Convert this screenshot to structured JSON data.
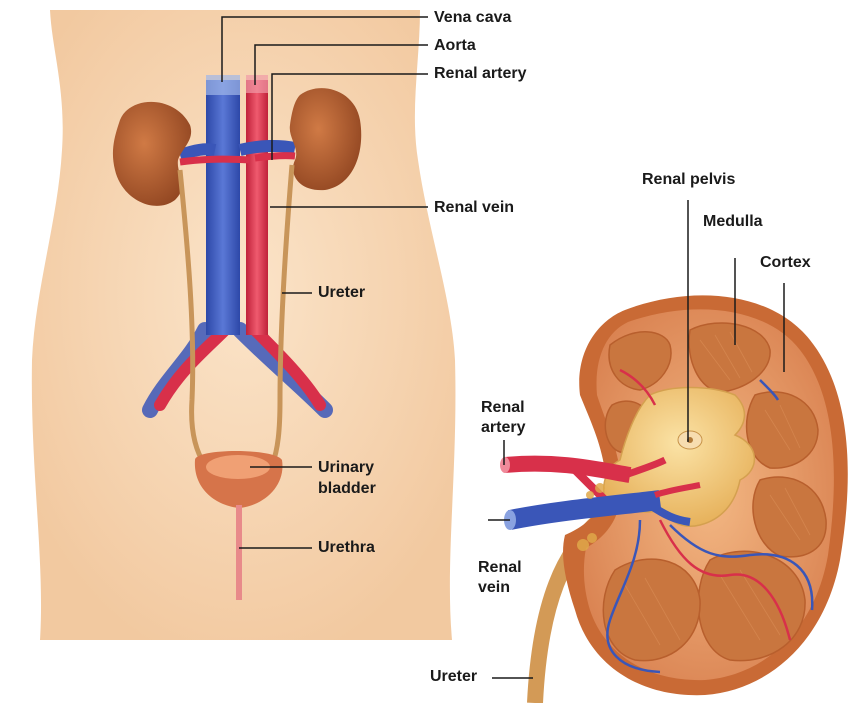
{
  "labels": {
    "vena_cava": "Vena cava",
    "aorta": "Aorta",
    "renal_artery_body": "Renal artery",
    "renal_vein_body": "Renal vein",
    "ureter_body": "Ureter",
    "urinary_bladder_line1": "Urinary",
    "urinary_bladder_line2": "bladder",
    "urethra": "Urethra",
    "renal_pelvis": "Renal pelvis",
    "medulla": "Medulla",
    "cortex": "Cortex",
    "renal_artery_kidney_line1": "Renal",
    "renal_artery_kidney_line2": "artery",
    "renal_vein_kidney_line1": "Renal",
    "renal_vein_kidney_line2": "vein",
    "ureter_kidney": "Ureter"
  },
  "colors": {
    "skin": "#f7d9b8",
    "kidney": "#b05a2a",
    "artery": "#d8304a",
    "vein": "#3a56b8",
    "ureter": "#c8955a",
    "medulla": "#c8763e",
    "cortex": "#e59a63",
    "pelvis": "#f3c77a"
  }
}
